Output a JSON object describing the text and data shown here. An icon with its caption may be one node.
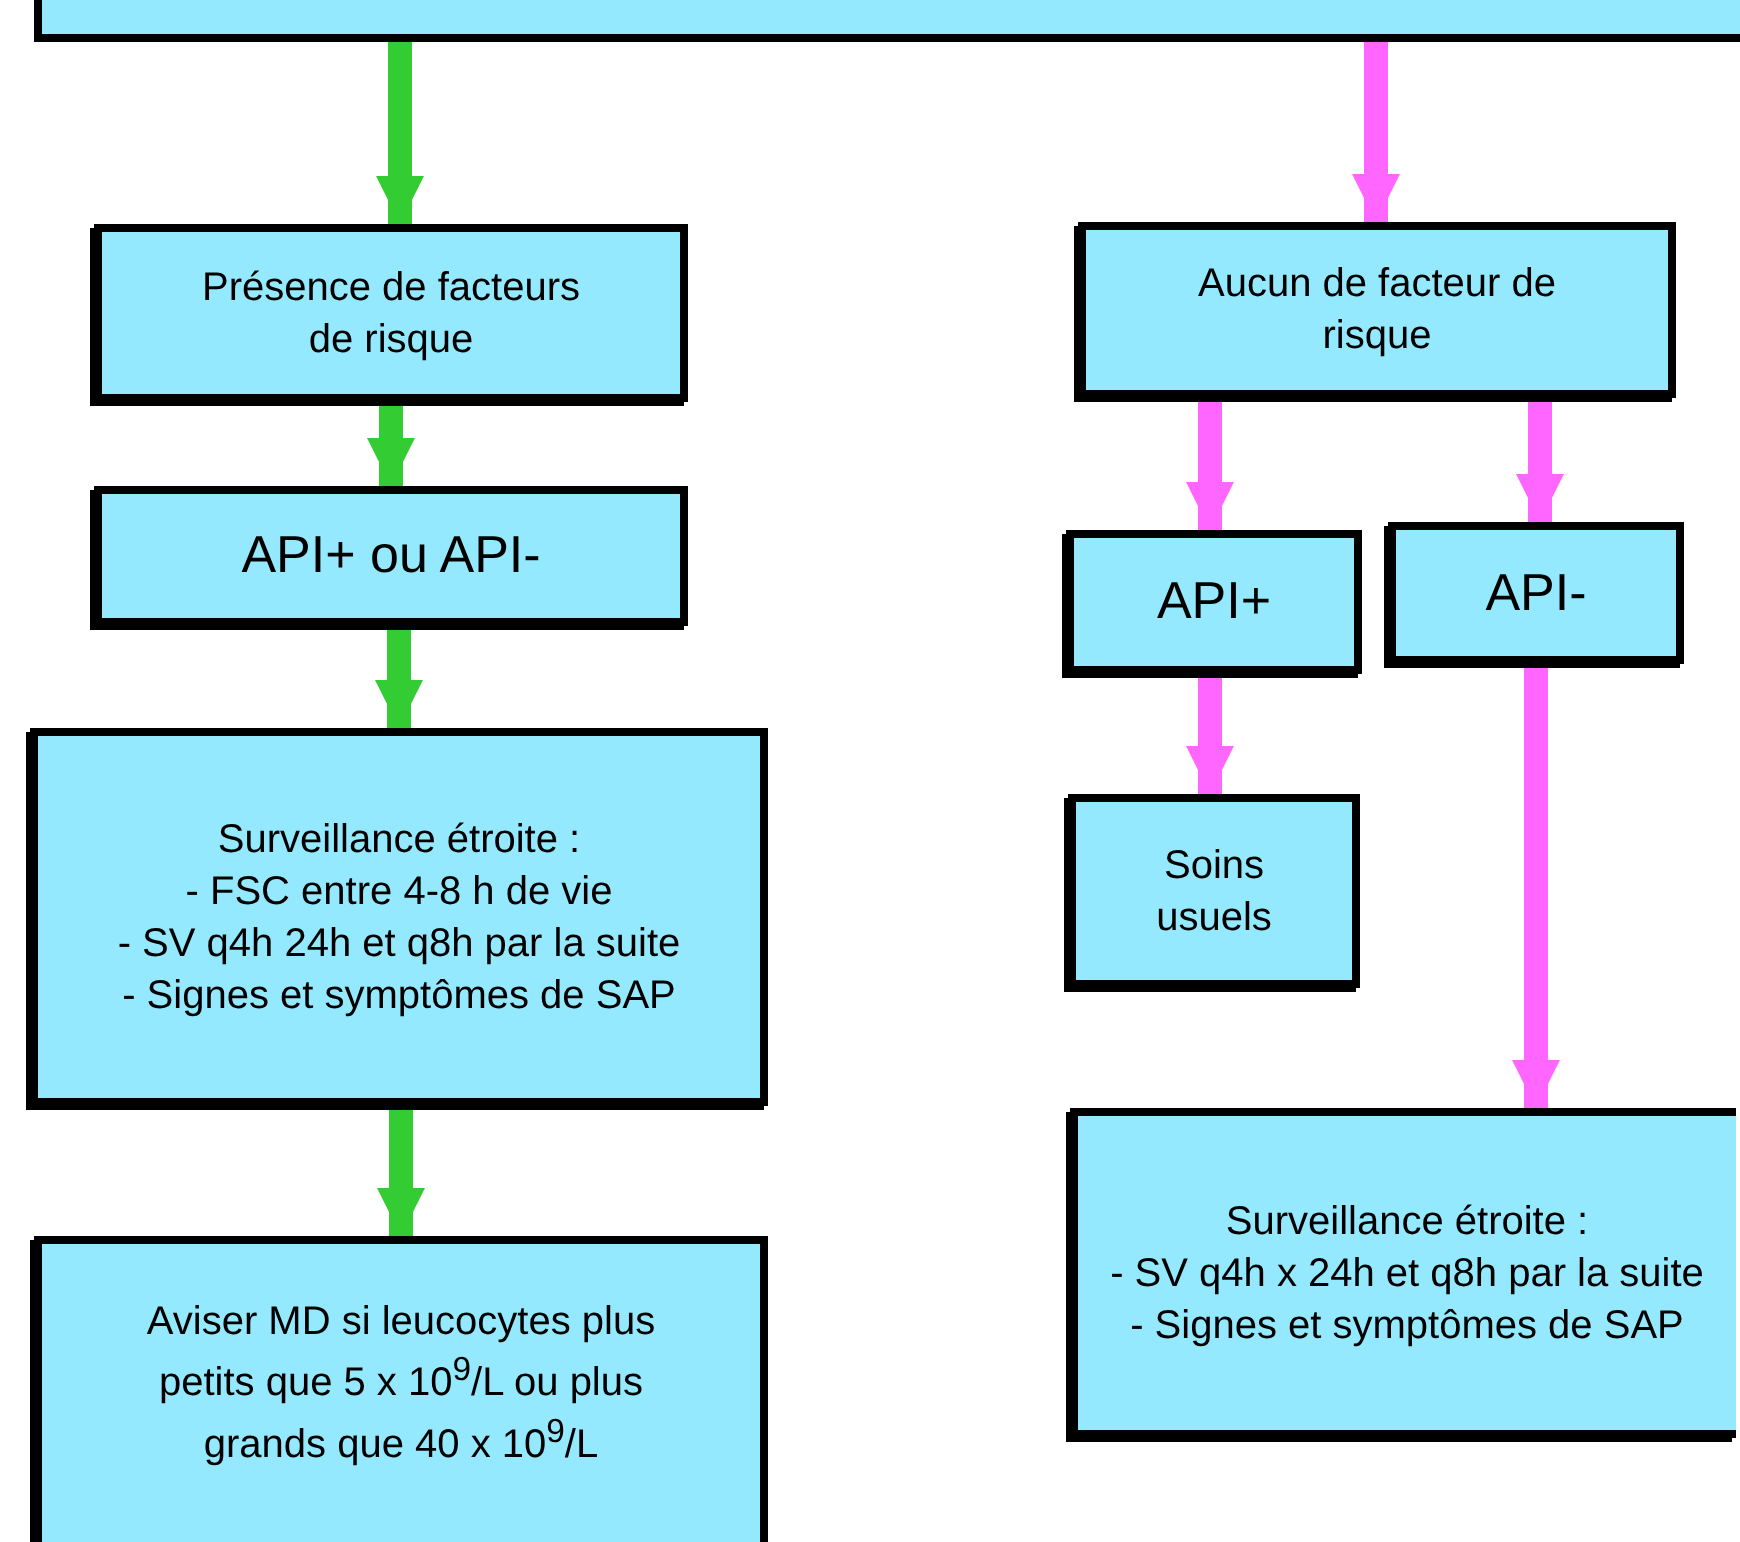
{
  "diagram": {
    "nodes": [
      {
        "text": [],
        "shape": "box"
      },
      {
        "text": [
          "Présence de facteurs de risque"
        ]
      },
      {
        "text": [
          "API+ ou API-"
        ]
      },
      {
        "text": [
          "Surveillance étroite :",
          "- FSC entre 4-8 h de vie",
          "- SV q4h 24h et q8h par la suite",
          "- Signes et symptômes de SAP"
        ]
      },
      {
        "text": [
          "Aviser MD si leucocytes plus petits que 5 x 10$^{9}$/L ou plus grands que 40 x 10$^{9}$/L"
        ]
      },
      {
        "text": [
          "Aucun de facteur de risque"
        ]
      },
      {
        "text": [
          "API+"
        ]
      },
      {
        "text": [
          "API-"
        ]
      },
      {
        "text": [
          "Soins usuels"
        ]
      },
      {
        "text": [
          "Surveillance étroite :",
          "- SV q4h x 24h et q8h par la suite",
          "- Signes et symptômes de SAP"
        ]
      }
    ],
    "edges": [
      {
        "from": 0,
        "to": 1,
        "arrow": "to",
        "color": "#33cc33"
      },
      {
        "from": 1,
        "to": 2,
        "arrow": "to",
        "color": "#33cc33"
      },
      {
        "from": 2,
        "to": 3,
        "arrow": "to",
        "color": "#33cc33"
      },
      {
        "from": 3,
        "to": 4,
        "arrow": "to",
        "color": "#33cc33"
      },
      {
        "from": 0,
        "to": 5,
        "arrow": "to",
        "color": "#ff66ff"
      },
      {
        "from": 5,
        "to": 6,
        "arrow": "to",
        "color": "#ff66ff"
      },
      {
        "from": 5,
        "to": 7,
        "arrow": "to",
        "color": "#ff66ff"
      },
      {
        "from": 6,
        "to": 8,
        "arrow": "to",
        "color": "#ff66ff"
      },
      {
        "from": 7,
        "to": 9,
        "arrow": "to",
        "color": "#ff66ff"
      }
    ]
  }
}
